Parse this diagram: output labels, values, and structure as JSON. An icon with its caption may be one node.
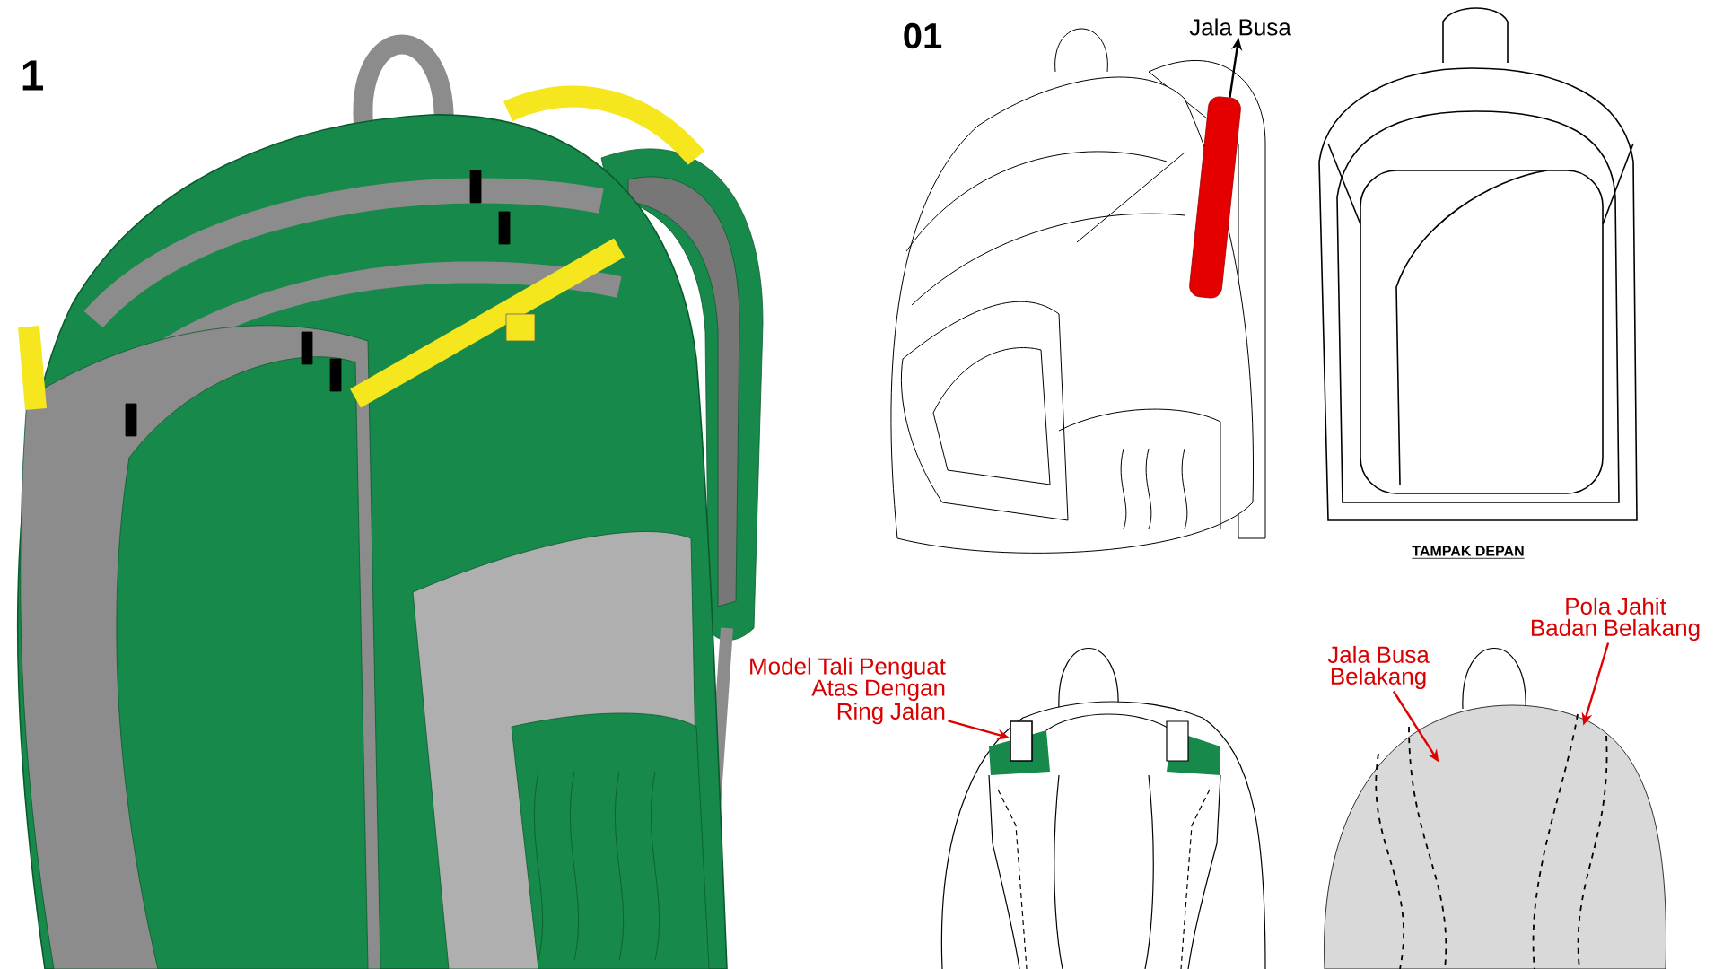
{
  "diagram": {
    "nodes": [
      {
        "text": [
          "Jala Busa"
        ]
      },
      {
        "text": [],
        "shape": "picture"
      },
      {
        "text": [
          "Model Tali Penguat Atas Dengan Ring Jalan"
        ]
      },
      {
        "text": [],
        "shape": "box"
      },
      {
        "text": [
          "Jala Busa Belakang"
        ]
      },
      {
        "text": [],
        "shape": "picture"
      },
      {
        "text": [
          "Pola Jahit Badan Belakang"
        ]
      },
      {
        "text": [],
        "shape": "picture",
        "in": 5
      }
    ],
    "edges": [
      {
        "from": 1,
        "to": 0,
        "arrow": "to",
        "color": "#000000"
      },
      {
        "from": 2,
        "to": 3,
        "arrow": "to",
        "color": "#e00000"
      },
      {
        "from": 4,
        "to": 5,
        "arrow": "to",
        "color": "#e00000"
      },
      {
        "from": 6,
        "to": 7,
        "arrow": "to",
        "color": "#e00000"
      }
    ],
    "labels": [
      "1",
      "01",
      "TAMPAK DEPAN"
    ]
  }
}
